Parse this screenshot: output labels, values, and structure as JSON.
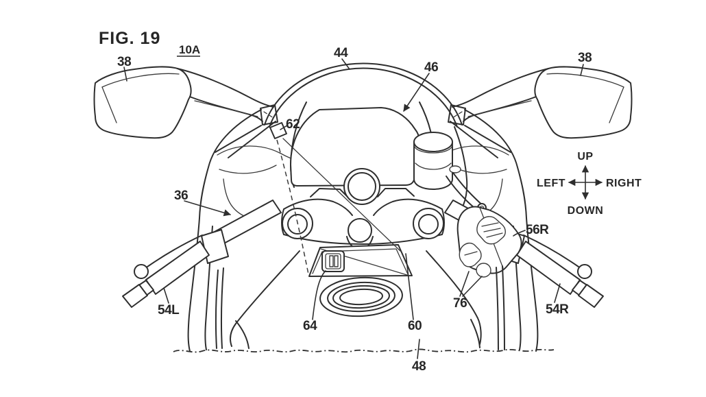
{
  "figure": {
    "title": "FIG. 19",
    "assembly_label": "10A"
  },
  "compass": {
    "up": "UP",
    "down": "DOWN",
    "left": "LEFT",
    "right": "RIGHT"
  },
  "ref_labels": {
    "mirror_left": "38",
    "mirror_right": "38",
    "windscreen": "44",
    "meter_visor": "46",
    "sensor": "62",
    "front_cowl": "36",
    "switch_housing_right": "56R",
    "switch_buttons": "76",
    "grip_left": "54L",
    "grip_right": "54R",
    "console_switch": "64",
    "console_panel": "60",
    "fuel_tank": "48"
  },
  "style": {
    "line_color": "#2e2e2e",
    "label_color": "#262626",
    "background": "#ffffff"
  }
}
